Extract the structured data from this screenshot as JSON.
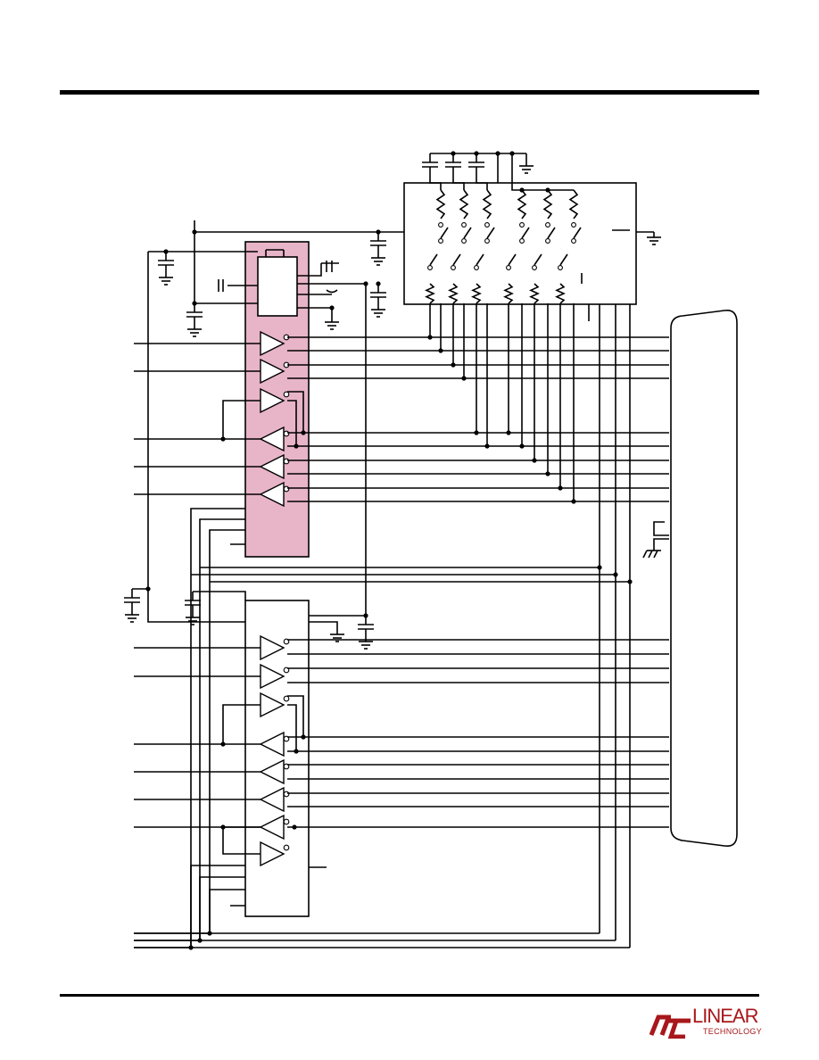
{
  "colors": {
    "highlight_fill": "#e8b4c8",
    "ink": "#000000",
    "brand_red": "#a8171b"
  },
  "logo": {
    "wordmark": "LINEAR",
    "subtext": "TECHNOLOGY",
    "icon": "lt-logo-icon"
  },
  "schematic": {
    "components": [
      "switch-resistor-array",
      "highlighted-transceiver-ic",
      "lower-transceiver-ic",
      "connector"
    ]
  }
}
